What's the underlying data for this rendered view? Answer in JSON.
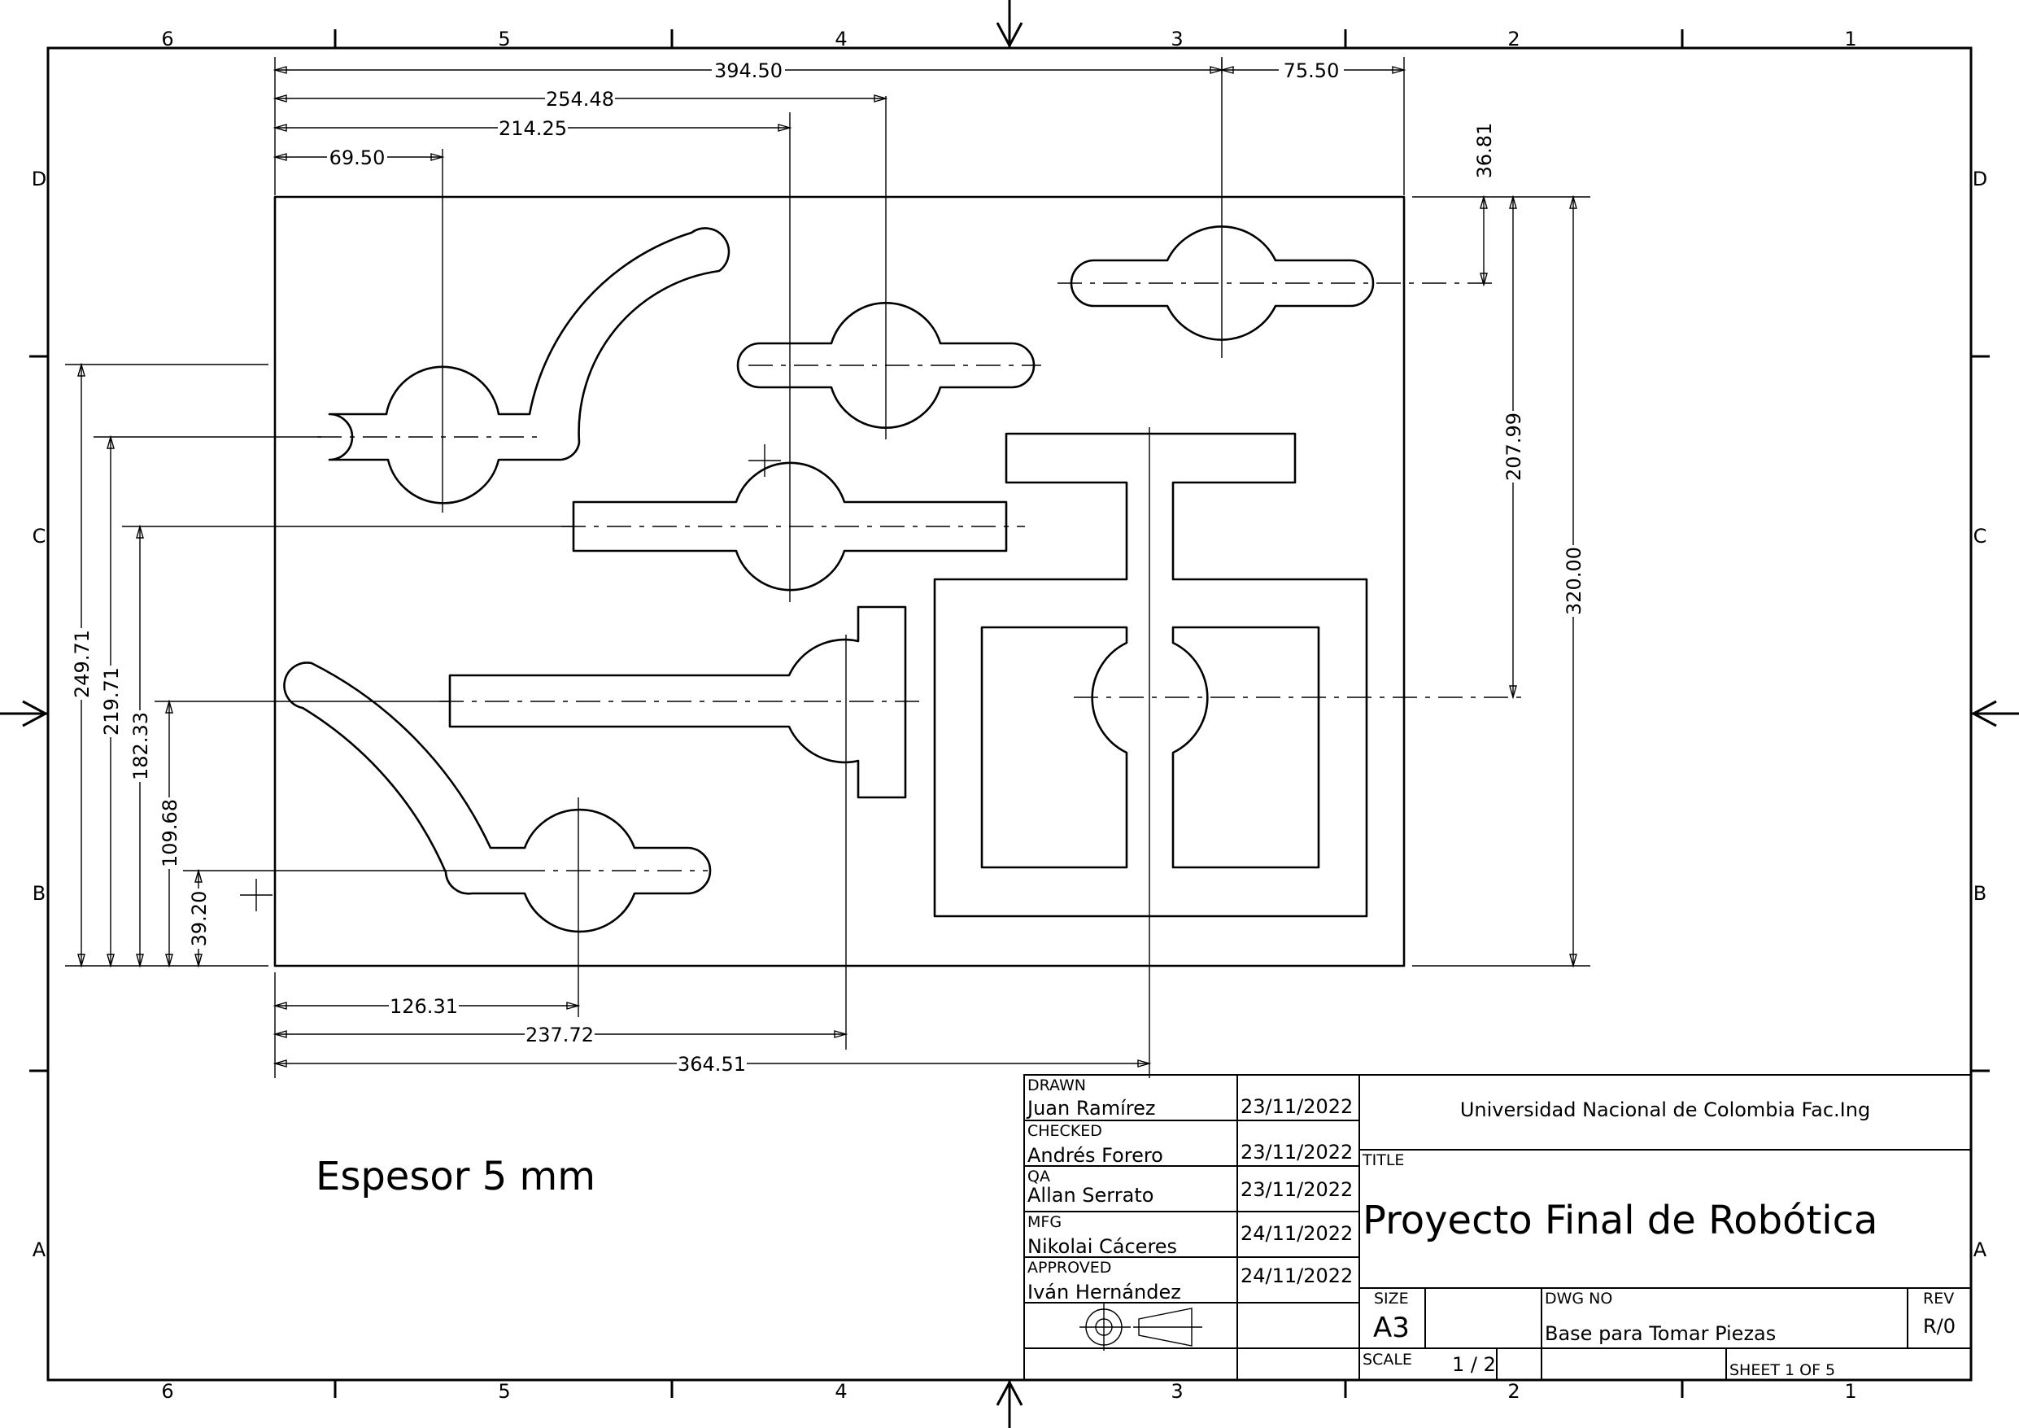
{
  "zones": {
    "columns": [
      "6",
      "5",
      "4",
      "3",
      "2",
      "1"
    ],
    "rows": [
      "D",
      "C",
      "B",
      "A"
    ]
  },
  "dimensions": {
    "d394_50": "394.50",
    "d75_50": "75.50",
    "d254_48": "254.48",
    "d214_25": "214.25",
    "d69_50": "69.50",
    "d36_81": "36.81",
    "d207_99": "207.99",
    "d320_00": "320.00",
    "d249_71": "249.71",
    "d219_71": "219.71",
    "d182_33": "182.33",
    "d109_68": "109.68",
    "d39_20": "39.20",
    "d126_31": "126.31",
    "d237_72": "237.72",
    "d364_51": "364.51"
  },
  "note": "Espesor 5 mm",
  "title_block": {
    "drawn_label": "DRAWN",
    "drawn_name": "Juan Ramírez",
    "drawn_date": "23/11/2022",
    "checked_label": "CHECKED",
    "checked_name": "Andrés Forero",
    "checked_date": "23/11/2022",
    "qa_label": "QA",
    "qa_name": "Allan Serrato",
    "qa_date": "23/11/2022",
    "mfg_label": "MFG",
    "mfg_name": "Nikolai Cáceres",
    "mfg_date": "24/11/2022",
    "approved_label": "APPROVED",
    "approved_name": "Iván Hernández",
    "approved_date": "24/11/2022",
    "institution": "Universidad Nacional de Colombia Fac.Ing",
    "title_label": "TITLE",
    "title": "Proyecto Final de Robótica",
    "size_label": "SIZE",
    "size": "A3",
    "dwg_no_label": "DWG NO",
    "dwg_no": "Base para Tomar Piezas",
    "rev_label": "REV",
    "rev": "R/0",
    "scale_label": "SCALE",
    "scale": "1 / 2",
    "sheet_label": "SHEET 1  OF 5"
  }
}
